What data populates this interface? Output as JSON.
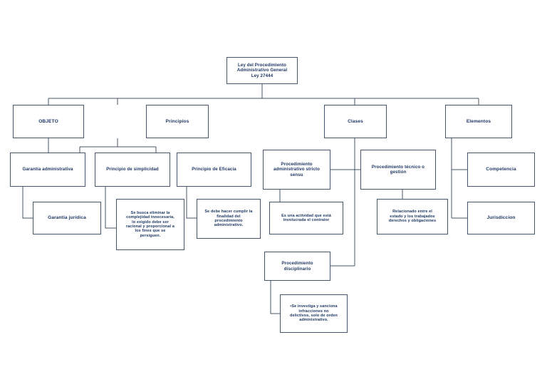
{
  "diagram": {
    "title_text": "Ley del Procedimiento Administrativo General Ley 27444",
    "theme": {
      "border_color": "#44546a",
      "text_color": "#1f3864",
      "background": "#ffffff"
    },
    "nodes": {
      "root": "Ley del Procedimiento\nAdministrativo General\nLey 27444",
      "objeto": "OBJETO",
      "principios": "Principios",
      "clases": "Clases",
      "elementos": "Elementos",
      "garantia_administrativa": "Garantía administrativa",
      "principio_simplicidad": "Principio de simplicidad",
      "principio_eficacia": "Principio de Eficacia",
      "proc_admin_stricto": "Procedimiento\nadministrativo stricto\nsensu",
      "proc_tecnico": "Procedimiento técnico o\ngestión",
      "competencia": "Competencia",
      "garantia_juridica": "Garantía jurídica",
      "simplicidad_detalle": "Se busca eliminar la\ncomplejidad innecesaria,\nlo exigido debe ser\nracional y proporcional a\nlos fines que se\npersiguen.",
      "eficacia_detalle": "Se debe hacer cumplir la\nfinalidad del\nprocedimiento\nadministrativo.",
      "stricto_detalle": "Es una actividad que está\ninvolucrada el contralor",
      "tecnico_detalle": "Relacionado entre el\nestado y los trabajados\nderechos y obligaciones",
      "jurisdiccion": "Jurisdiccion",
      "proc_disciplinario": "Procedimiento\ndisciplinario",
      "disciplinario_detalle": "•Se investiga y sanciona\ninfracciones no\ndelictivos, solo de orden\nadministrativo."
    }
  }
}
